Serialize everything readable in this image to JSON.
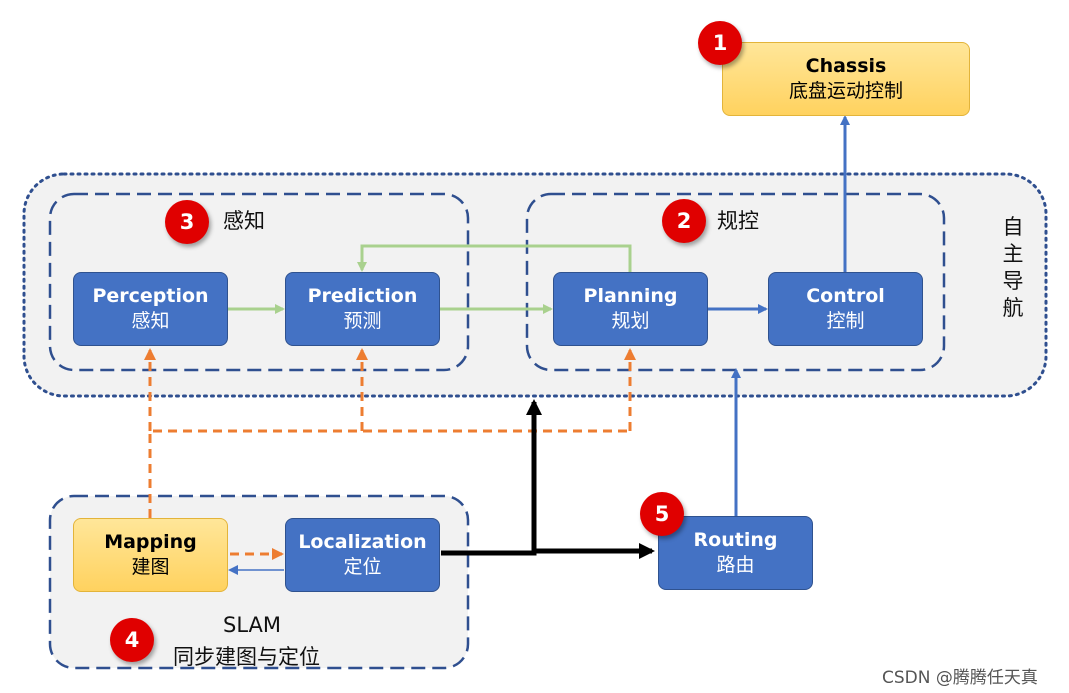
{
  "groups": {
    "autonomous": {
      "label": "自主导航"
    },
    "perception_group": {
      "label": "感知",
      "badge": "3"
    },
    "planning_group": {
      "label": "规控",
      "badge": "2"
    },
    "slam_group": {
      "label_en": "SLAM",
      "label_zh": "同步建图与定位",
      "badge": "4"
    }
  },
  "nodes": {
    "chassis": {
      "en": "Chassis",
      "zh": "底盘运动控制",
      "badge": "1"
    },
    "perception": {
      "en": "Perception",
      "zh": "感知"
    },
    "prediction": {
      "en": "Prediction",
      "zh": "预测"
    },
    "planning": {
      "en": "Planning",
      "zh": "规划"
    },
    "control": {
      "en": "Control",
      "zh": "控制"
    },
    "mapping": {
      "en": "Mapping",
      "zh": "建图"
    },
    "localization": {
      "en": "Localization",
      "zh": "定位"
    },
    "routing": {
      "en": "Routing",
      "zh": "路由",
      "badge": "5"
    }
  },
  "watermark": "CSDN @腾腾任天真",
  "colors": {
    "node_blue": "#4472c4",
    "node_yellow": "#ffd966",
    "badge_red": "#e00000",
    "group_fill": "#f2f2f2",
    "group_border": "#2f4f8f",
    "arrow_green": "#a9d18e",
    "arrow_blue": "#4472c4",
    "arrow_orange": "#ed7d31",
    "arrow_black": "#000000"
  }
}
